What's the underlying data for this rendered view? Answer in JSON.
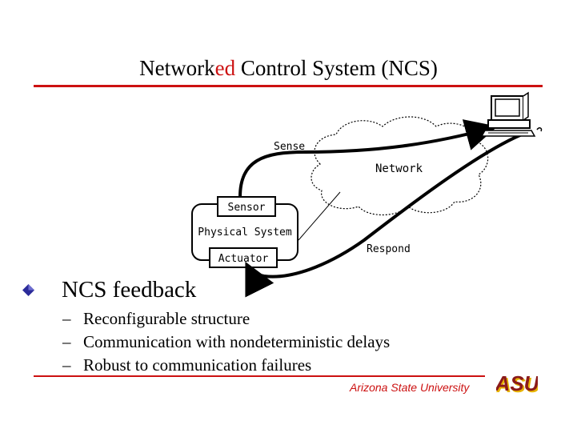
{
  "slide": {
    "title_part1": "Network",
    "title_highlight": "ed",
    "title_part2": " Control System (NCS)",
    "bullet": "NCS feedback",
    "subitems": [
      "Reconfigurable structure",
      "Communication with nondeterministic delays",
      "Robust to communication failures"
    ],
    "dash": "–",
    "footer_text": "Arizona State University",
    "logo_text": "ASU"
  },
  "diagram": {
    "sense_label": "Sense",
    "network_label": "Network",
    "respond_label": "Respond",
    "sensor_label": "Sensor",
    "physical_system_label": "Physical System",
    "actuator_label": "Actuator"
  },
  "colors": {
    "accent": "#cc1111",
    "bullet": "#2b2b9a",
    "logo": "#8b1a1a",
    "logo_shadow": "#e8b400"
  }
}
